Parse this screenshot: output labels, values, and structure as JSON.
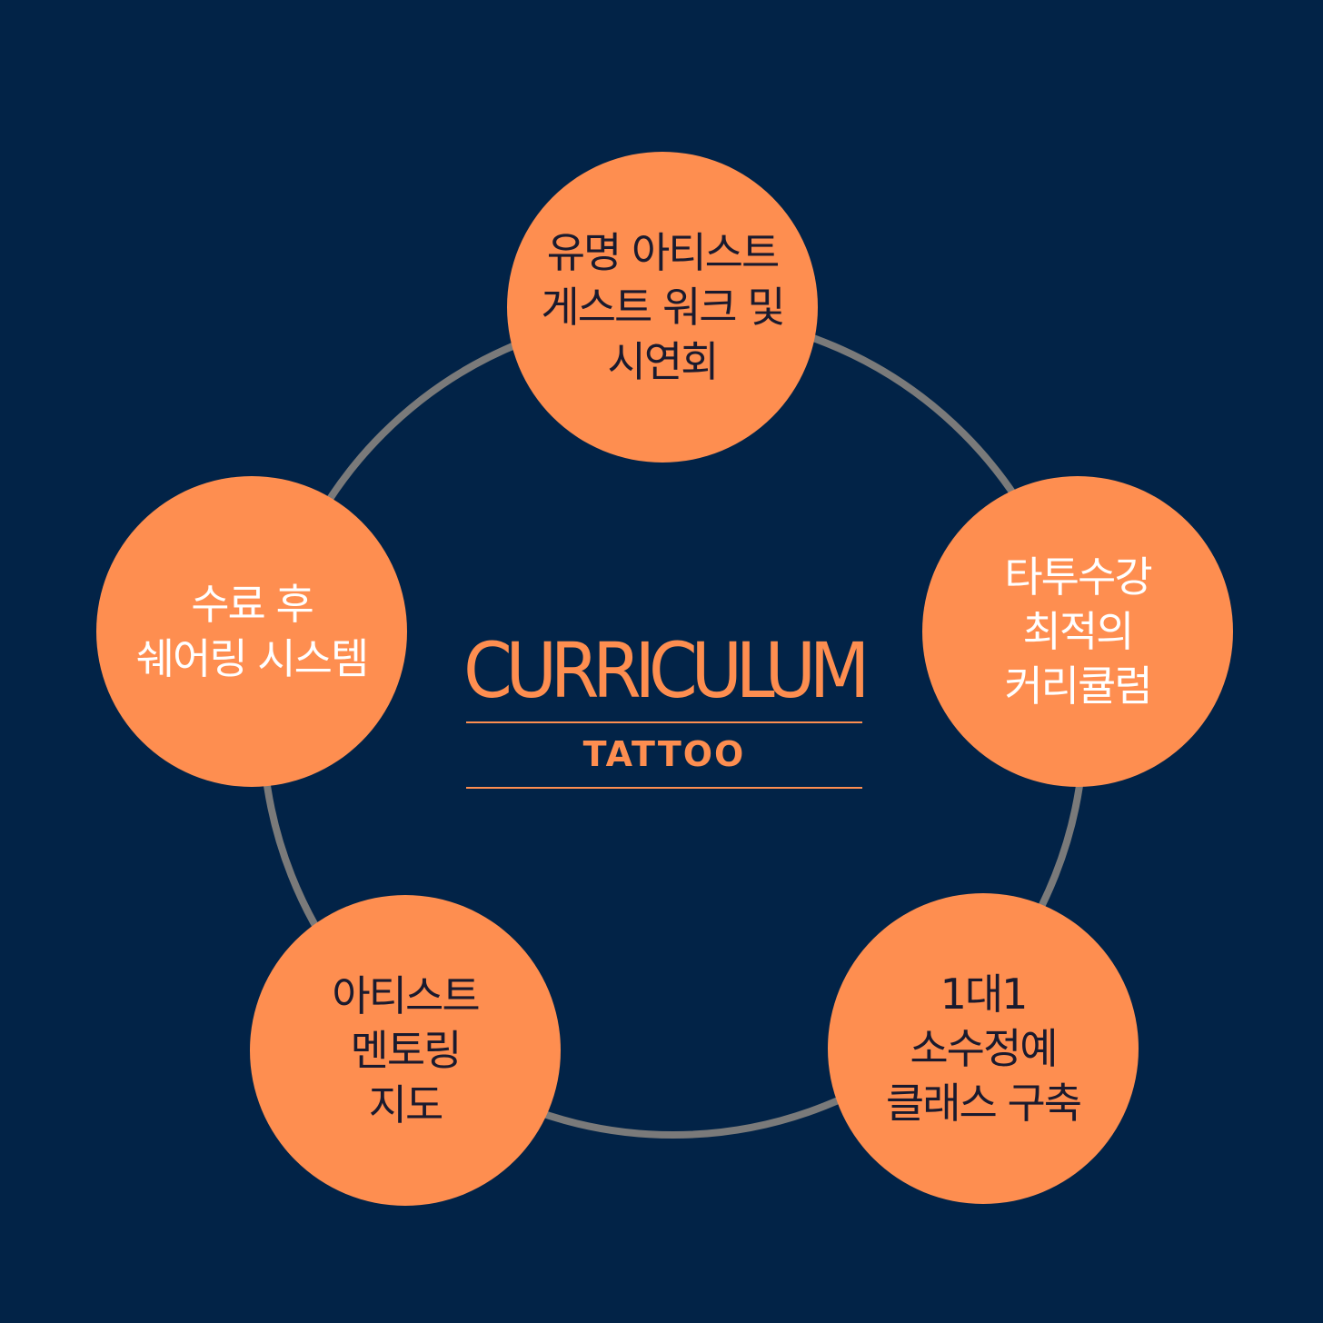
{
  "colors": {
    "background": "#022347",
    "accent": "#fe8e50",
    "ring": "#7a7a7a"
  },
  "center": {
    "title": "CURRICULUM",
    "subtitle": "TATTOO"
  },
  "nodes": [
    {
      "lines": [
        "유명 아티스트",
        "게스트 워크 및",
        "시연회"
      ]
    },
    {
      "lines": [
        "타투수강",
        "최적의",
        "커리큘럼"
      ]
    },
    {
      "lines": [
        "1대1",
        "소수정예",
        "클래스 구축"
      ]
    },
    {
      "lines": [
        "아티스트",
        "멘토링",
        "지도"
      ]
    },
    {
      "lines": [
        "수료 후",
        "쉐어링 시스템"
      ]
    }
  ]
}
